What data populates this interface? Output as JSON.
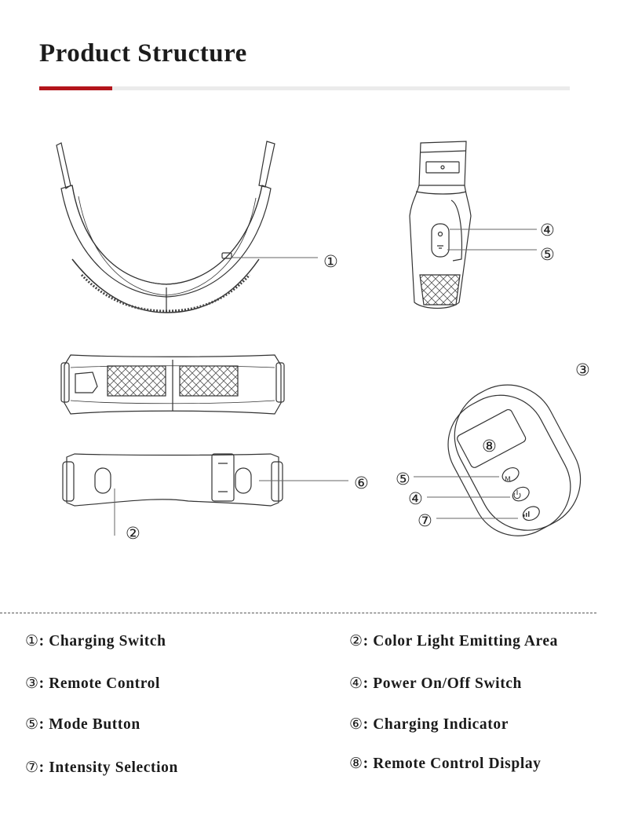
{
  "header": {
    "title": "Product Structure",
    "accent_color": "#b3151b"
  },
  "callouts": {
    "c1": "①",
    "c2": "②",
    "c3": "③",
    "c4a": "④",
    "c5a": "⑤",
    "c6": "⑥",
    "c8": "⑧",
    "c5b": "⑤",
    "c4b": "④",
    "c7": "⑦"
  },
  "remote": {
    "mode_label": "M"
  },
  "legend": [
    {
      "num": "①",
      "text": ": Charging Switch"
    },
    {
      "num": "②",
      "text": ": Color Light Emitting Area"
    },
    {
      "num": "③",
      "text": ": Remote Control"
    },
    {
      "num": "④",
      "text": ": Power On/Off Switch"
    },
    {
      "num": "⑤",
      "text": ": Mode Button"
    },
    {
      "num": "⑥",
      "text": ": Charging Indicator"
    },
    {
      "num": "⑦",
      "text": ": Intensity Selection"
    },
    {
      "num": "⑧",
      "text": ": Remote Control Display"
    }
  ]
}
